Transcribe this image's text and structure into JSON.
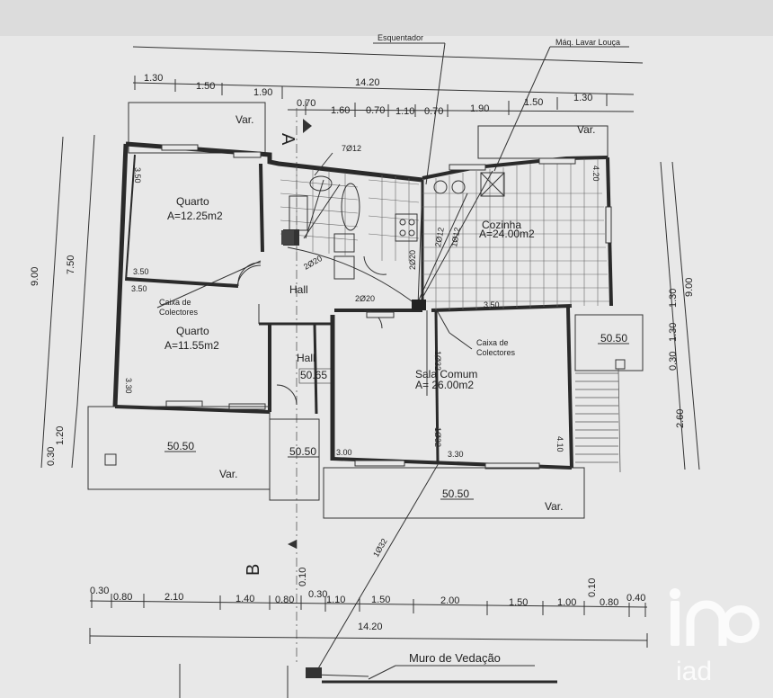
{
  "annotations": {
    "esquentador": "Esquentador",
    "maq_lavar": "Máq. Lavar Louça",
    "pipe_top": "7Ø12",
    "muro": "Muro de Vedação",
    "caixa_left_1": "Caixa de",
    "caixa_left_2": "Colectores",
    "caixa_right_1": "Caixa de",
    "caixa_right_2": "Colectores",
    "pipe_1": "2Ø20",
    "pipe_2": "2Ø20",
    "pipe_3": "2Ø12",
    "pipe_4": "1Ø12",
    "pipe_5": "2Ø20",
    "pipe_6": "1Ø32",
    "pipe_7": "1Ø32",
    "pipe_8": "1Ø32",
    "section_a": "A",
    "section_b": "B"
  },
  "rooms": {
    "quarto1_name": "Quarto",
    "quarto1_area": "A=12.25m2",
    "quarto2_name": "Quarto",
    "quarto2_area": "A=11.55m2",
    "cozinha": "Cozinha",
    "cozinha_area": "A=24.00m2",
    "hall1": "Hall",
    "hall2": "Hall",
    "sala_name": "Sala Comum",
    "sala_area": "A= 26.00m2",
    "var1": "Var.",
    "var2": "Var.",
    "var3": "Var.",
    "var4": "Var."
  },
  "levels": {
    "l1": "50.50",
    "l2": "50.50",
    "l3": "50.50",
    "l4": "50.65",
    "l5": "50.50"
  },
  "dims_top": {
    "overall": "14.20",
    "d1": "1.30",
    "d2": "1.50",
    "d3": "1.90",
    "d4": "0.70",
    "d5": "1.60",
    "d6": "0.70",
    "d7": "1.10",
    "d8": "0.70",
    "d9": "1.90",
    "d10": "1.50",
    "d11": "1.30"
  },
  "dims_bottom": {
    "overall": "14.20",
    "d1": "0.30",
    "d2": "0.80",
    "d3": "2.10",
    "d4": "1.40",
    "d5": "0.80",
    "d6": "0.10",
    "d7": "0.30",
    "d8": "1.10",
    "d9": "1.50",
    "d10": "2.00",
    "d11": "1.50",
    "d12": "1.00",
    "d13": "0.10",
    "d14": "0.80",
    "d15": "0.40"
  },
  "dims_left": {
    "a": "9.00",
    "b": "7.50",
    "c": "1.20",
    "d": "0.30"
  },
  "dims_right": {
    "a": "9.00",
    "b": "1.30",
    "c": "0.30",
    "d": "2.60"
  },
  "dims_inner": {
    "q1_top": "3.50",
    "q1_bottom": "3.50",
    "q2_top": "3.50",
    "q2_side": "3.30",
    "coz_side": "4.20",
    "coz_bottom": "3.50",
    "sala_left": "3.00",
    "sala_mid": "3.30",
    "sala_right": "4.10",
    "pipe_sala": "1Ø32"
  },
  "watermark": {
    "mark": "iad"
  }
}
